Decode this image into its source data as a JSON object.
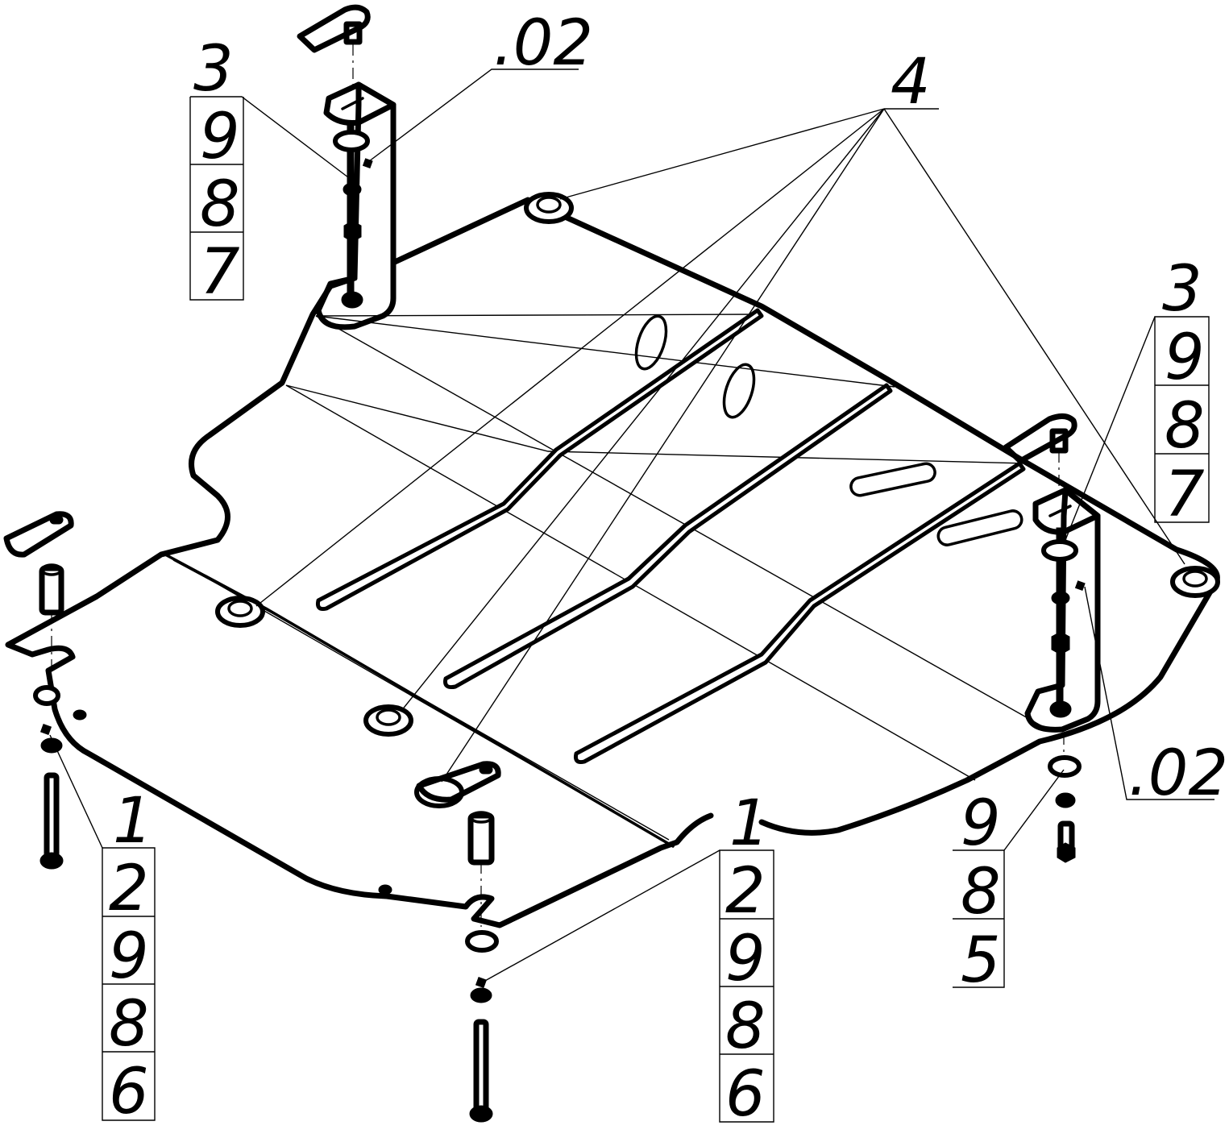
{
  "callouts": {
    "top_left_stack": [
      "3",
      "9",
      "8",
      "7"
    ],
    "top_left_part": ".02",
    "top_center": "4",
    "right_stack": [
      "3",
      "9",
      "8",
      "7"
    ],
    "right_part": ".02",
    "bottom_right_stack": [
      "9",
      "8",
      "5"
    ],
    "bottom_left_stack": [
      "1",
      "2",
      "9",
      "8",
      "6"
    ],
    "bottom_center_stack": [
      "1",
      "2",
      "9",
      "8",
      "6"
    ]
  }
}
